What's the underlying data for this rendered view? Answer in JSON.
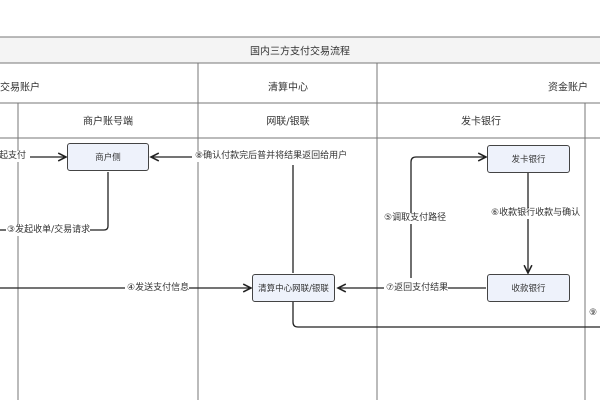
{
  "title": "国内三方支付交易流程",
  "lanes": {
    "trade_account": "交易账户",
    "clearing": "清算中心",
    "fund_account": "资金账户"
  },
  "sublanes": {
    "merchant": "商户账号端",
    "network": "网联/银联",
    "issuer": "发卡银行"
  },
  "nodes": {
    "merchant": "商户侧",
    "clearing": "清算中心网联/银联",
    "issuer": "发卡银行",
    "acquirer": "收款银行"
  },
  "edges": {
    "e2": "发起支付",
    "e3": "③发起收单/交易请求",
    "e4": "④发送支付信息",
    "e5": "⑤调取支付路径",
    "e6": "⑥收款银行收款与确认",
    "e7": "⑦返回支付结果",
    "e8": "⑧确认付款完后普并将结果返回给用户",
    "e9": "⑨"
  }
}
